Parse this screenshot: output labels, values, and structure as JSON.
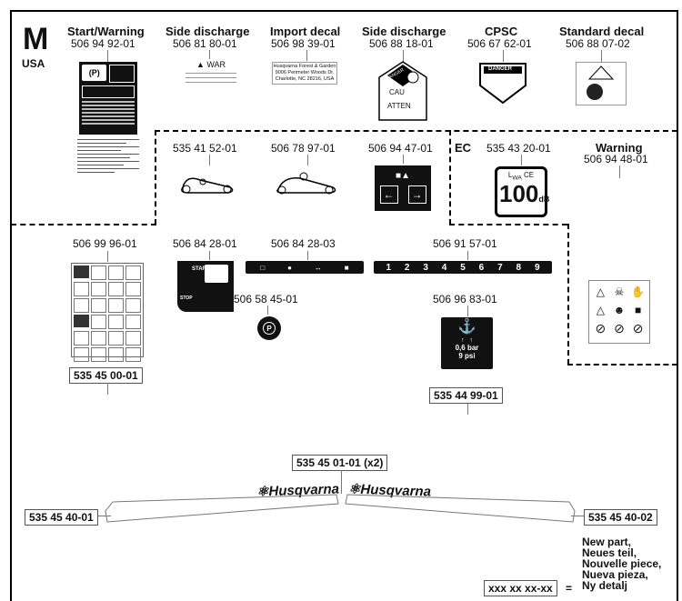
{
  "page": {
    "letter": "M",
    "region": "USA"
  },
  "headers": {
    "start_warning": {
      "title": "Start/Warning",
      "part": "506 94 92-01"
    },
    "side_discharge_1": {
      "title": "Side discharge",
      "part": "506 81 80-01"
    },
    "import_decal": {
      "title": "Import decal",
      "part": "506 98 39-01"
    },
    "side_discharge_2": {
      "title": "Side discharge",
      "part": "506 88 18-01"
    },
    "cpsc": {
      "title": "CPSC",
      "part": "506 67 62-01"
    },
    "standard_decal": {
      "title": "Standard decal",
      "part": "506 88 07-02"
    }
  },
  "import_decal_text": {
    "line1": "Husqvarna Forest & Garden",
    "line2": "9006 Perimeter Woods Dr.",
    "line3": "Charlotte, NC 28216, USA"
  },
  "side_discharge_1_text": {
    "warning": "WAR"
  },
  "side_discharge_2_text": {
    "danger": "DANGER",
    "caution": "CAU",
    "attention": "ATTEN"
  },
  "cpsc_text": {
    "danger": "DANGER"
  },
  "belts": {
    "belt1": "535 41 52-01",
    "belt2": "506 78 97-01",
    "belt3": "506 94 47-01"
  },
  "ec": {
    "label": "EC",
    "part": "535 43 20-01",
    "sound": "100",
    "unit": "dB"
  },
  "warning_right": {
    "title": "Warning",
    "part": "506 94 48-01"
  },
  "mid": {
    "p1": "506 99 96-01",
    "p2": "506 84 28-01",
    "p3": "506 84 28-03",
    "p4": "506 91 57-01",
    "p5": "506 58 45-01",
    "p6": "506 96 83-01",
    "box1": "535 45 00-01",
    "box2": "535 44 99-01",
    "start_label": "START",
    "stop_label": "STOP",
    "numbers": [
      "1",
      "2",
      "3",
      "4",
      "5",
      "6",
      "7",
      "8",
      "9"
    ],
    "pressure1": "0,6 bar",
    "pressure2": "9 psi"
  },
  "hood": {
    "box_center": "535 45 01-01 (x2)",
    "left": "535 45 40-01",
    "right": "535 45 40-02",
    "brand": "Husqvarna"
  },
  "legend": {
    "lines": [
      "New part,",
      "Neues teil,",
      "Nouvelle piece,",
      "Nueva pieza,",
      "Ny detalj"
    ],
    "box": "xxx xx xx-xx"
  }
}
